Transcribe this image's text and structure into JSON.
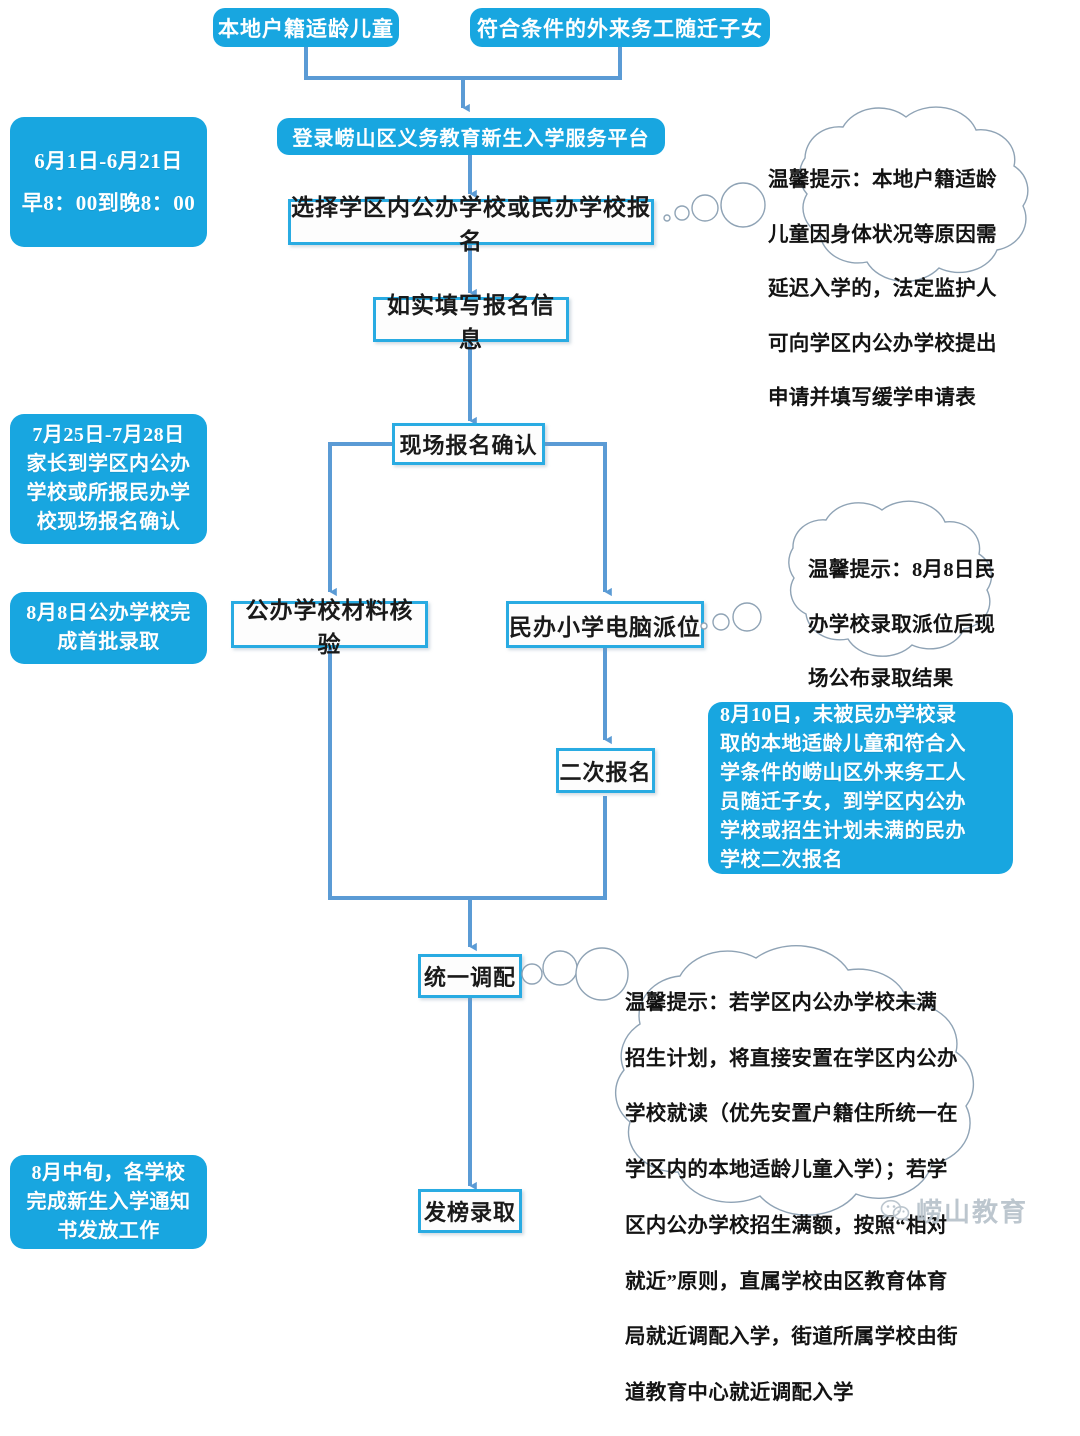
{
  "meta": {
    "title": "崂山区义务教育新生入学流程图",
    "colors": {
      "fill_blue": "#18A6E0",
      "node_border": "#29ABE2",
      "connector": "#5B9BD5",
      "cloud_stroke": "#8fa3b5",
      "node_text": "#1a1a1a",
      "blue_text": "#ffffff"
    }
  },
  "entry_nodes": [
    {
      "id": "local-children",
      "label": "本地户籍适龄儿童"
    },
    {
      "id": "migrant-children",
      "label": "符合条件的外来务工随迁子女"
    }
  ],
  "flow": {
    "platform_login": "登录崂山区义务教育新生入学服务平台",
    "select_school": "选择学区内公办学校或民办学校报名",
    "fill_info": "如实填写报名信息",
    "onsite_confirm": "现场报名确认",
    "public_verify": "公办学校材料核验",
    "private_lottery": "民办小学电脑派位",
    "second_apply": "二次报名",
    "unified_allocation": "统一调配",
    "final_admission": "发榜录取"
  },
  "date_notes": [
    {
      "id": "note-june",
      "lines": [
        "6月1日-6月21日",
        "早8：00到晚8：00"
      ]
    },
    {
      "id": "note-july",
      "lines": [
        "7月25日-7月28日",
        "家长到学区内公办",
        "学校或所报民办学",
        "校现场报名确认"
      ]
    },
    {
      "id": "note-aug8",
      "lines": [
        "8月8日公办学校完",
        "成首批录取"
      ]
    },
    {
      "id": "note-aug-mid",
      "lines": [
        "8月中旬，各学校",
        "完成新生入学通知",
        "书发放工作"
      ]
    }
  ],
  "blue_note_aug10": {
    "id": "note-aug10",
    "lines": [
      "  8月10日，未被民办学校录",
      "取的本地适龄儿童和符合入",
      "学条件的崂山区外来务工人",
      "员随迁子女，到学区内公办",
      "学校或招生计划未满的民办",
      "学校二次报名"
    ]
  },
  "clouds": [
    {
      "id": "cloud-defer",
      "lines": [
        "温馨提示：本地户籍适龄",
        "儿童因身体状况等原因需",
        "延迟入学的，法定监护人",
        "可向学区内公办学校提出",
        "申请并填写缓学申请表"
      ]
    },
    {
      "id": "cloud-lottery-result",
      "lines": [
        "温馨提示：8月8日民",
        "办学校录取派位后现",
        "场公布录取结果"
      ]
    },
    {
      "id": "cloud-allocation",
      "lines": [
        "  温馨提示：若学区内公办学校未满",
        "招生计划，将直接安置在学区内公办",
        "学校就读（优先安置户籍住所统一在",
        "学区内的本地适龄儿童入学）；若学",
        "区内公办学校招生满额，按照“相对",
        "就近”原则，直属学校由区教育体育",
        "局就近调配入学，街道所属学校由街",
        "道教育中心就近调配入学"
      ]
    }
  ],
  "watermark": {
    "icon": "wechat-icon",
    "label": "崂山教育"
  }
}
